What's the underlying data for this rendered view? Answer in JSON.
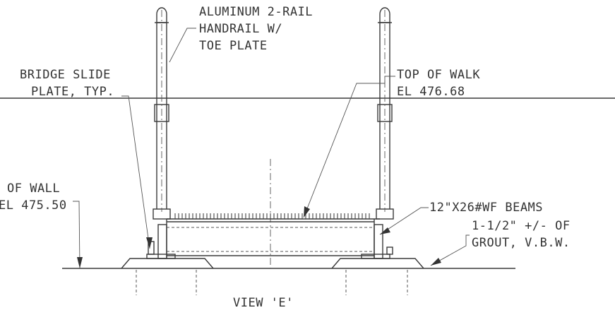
{
  "labels": {
    "handrail": [
      "ALUMINUM 2-RAIL",
      "HANDRAIL W/",
      "TOE PLATE"
    ],
    "slide_plate": [
      "BRIDGE SLIDE",
      "PLATE, TYP."
    ],
    "top_of_walk": [
      "TOP OF WALK",
      "EL 476.68"
    ],
    "top_of_wall": [
      "OF WALL",
      "EL 475.50"
    ],
    "beams": "12\"X26#WF BEAMS",
    "grout": [
      "1-1/2\" +/- OF",
      "GROUT, V.B.W."
    ],
    "view_title": "VIEW 'E'"
  }
}
